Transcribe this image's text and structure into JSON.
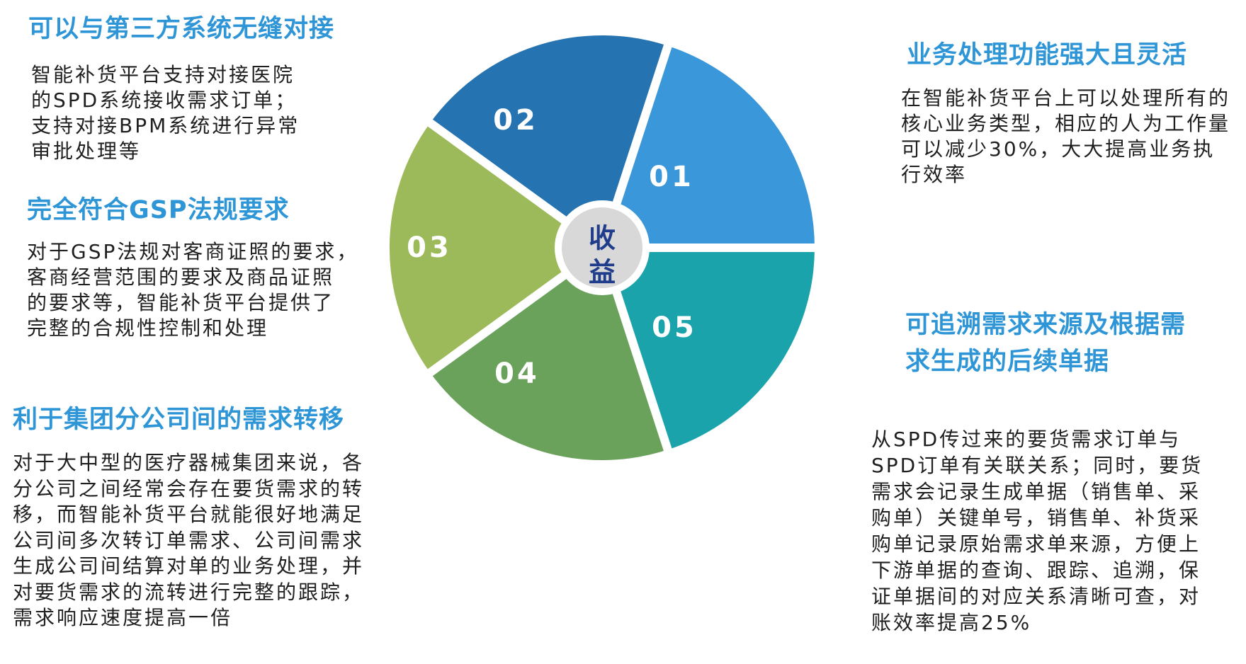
{
  "center_label": "收益",
  "center_label_chars": [
    "收",
    "益"
  ],
  "colors": {
    "heading": "#2e95d6",
    "segment_01": "#3a97d9",
    "segment_02": "#2573b0",
    "segment_03": "#9dba5a",
    "segment_04": "#6aa25c",
    "segment_05": "#1ba3ac",
    "center_circle": "#d8d8d8",
    "center_text": "#1f3d8a"
  },
  "segments": [
    {
      "number": "01",
      "title": "业务处理功能强大且灵活",
      "text": "在智能补货平台上可以处理所有的\n核心业务类型，相应的人为工作量\n可以减少30%，大大提高业务执\n行效率"
    },
    {
      "number": "02",
      "title": "可以与第三方系统无缝对接",
      "text": "智能补货平台支持对接医院\n的SPD系统接收需求订单；\n支持对接BPM系统进行异常\n审批处理等"
    },
    {
      "number": "03",
      "title": "完全符合GSP法规要求",
      "text": "对于GSP法规对客商证照的要求，\n客商经营范围的要求及商品证照\n的要求等，智能补货平台提供了\n完整的合规性控制和处理"
    },
    {
      "number": "04",
      "title": "利于集团分公司间的需求转移",
      "text": "对于大中型的医疗器械集团来说，各\n分公司之间经常会存在要货需求的转\n移，而智能补货平台就能很好地满足\n公司间多次转订单需求、公司间需求\n生成公司间结算对单的业务处理，并\n对要货需求的流转进行完整的跟踪，\n需求响应速度提高一倍"
    },
    {
      "number": "05",
      "title": "可追溯需求来源及根据需\n求生成的后续单据",
      "text": "从SPD传过来的要货需求订单与\nSPD订单有关联关系；同时，要货\n需求会记录生成单据（销售单、采\n购单）关键单号，销售单、补货采\n购单记录原始需求单来源，方便上\n下游单据的查询、跟踪、追溯，保\n证单据间的对应关系清晰可查，对\n账效率提高25%"
    }
  ]
}
